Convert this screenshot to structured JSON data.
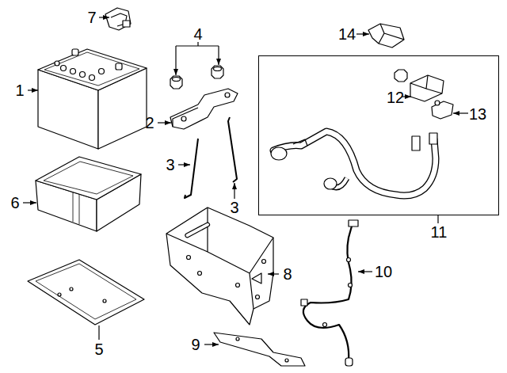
{
  "diagram": {
    "nodes": [
      {
        "text": [
          "12",
          "13",
          "11"
        ]
      }
    ],
    "labels": [
      "7",
      "1",
      "4",
      "2",
      "3",
      "3",
      "6",
      "5",
      "8",
      "9",
      "10",
      "14"
    ]
  }
}
